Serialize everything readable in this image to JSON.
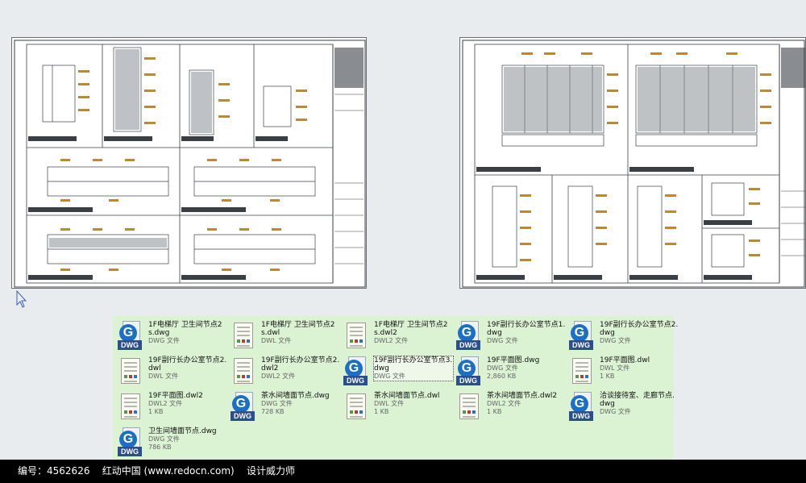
{
  "files": [
    {
      "name": "1F电梯厅 卫生间节点2s.dwg",
      "type": "DWG 文件",
      "size": "",
      "icon": "dwg-icon"
    },
    {
      "name": "1F电梯厅 卫生间节点2s.dwl",
      "type": "DWL 文件",
      "size": "",
      "icon": "dwl-icon"
    },
    {
      "name": "1F电梯厅 卫生间节点2s.dwl2",
      "type": "DWL2 文件",
      "size": "",
      "icon": "dwl-icon"
    },
    {
      "name": "19F副行长办公室节点1.dwg",
      "type": "DWG 文件",
      "size": "",
      "icon": "dwg-icon"
    },
    {
      "name": "19F副行长办公室节点2.dwg",
      "type": "DWG 文件",
      "size": "",
      "icon": "dwg-icon"
    },
    {
      "name": "19F副行长办公室节点2.dwl",
      "type": "DWL 文件",
      "size": "",
      "icon": "dwl-icon"
    },
    {
      "name": "19F副行长办公室节点2.dwl2",
      "type": "DWL2 文件",
      "size": "",
      "icon": "dwl-icon"
    },
    {
      "name": "19F副行长办公室节点3.dwg",
      "type": "DWG 文件",
      "size": "",
      "icon": "dwg-icon"
    },
    {
      "name": "19F平面图.dwg",
      "type": "DWG 文件",
      "size": "2,860 KB",
      "icon": "dwg-icon"
    },
    {
      "name": "19F平面图.dwl",
      "type": "DWL 文件",
      "size": "1 KB",
      "icon": "dwl-icon"
    },
    {
      "name": "19F平面图.dwl2",
      "type": "DWL2 文件",
      "size": "1 KB",
      "icon": "dwl-icon"
    },
    {
      "name": "茶水间墙面节点.dwg",
      "type": "DWG 文件",
      "size": "728 KB",
      "icon": "dwg-icon"
    },
    {
      "name": "茶水间墙面节点.dwl",
      "type": "DWL 文件",
      "size": "1 KB",
      "icon": "dwl-icon"
    },
    {
      "name": "茶水间墙面节点.dwl2",
      "type": "DWL2 文件",
      "size": "1 KB",
      "icon": "dwl-icon"
    },
    {
      "name": "洽谈接待室、走廊节点.dwg",
      "type": "DWG 文件",
      "size": "",
      "icon": "dwg-icon"
    },
    {
      "name": "卫生间墙面节点.dwg",
      "type": "DWG 文件",
      "size": "786 KB",
      "icon": "dwg-icon"
    }
  ],
  "selected_index": 7,
  "icons": {
    "dwg_letter": "G",
    "dwg_label": "DWG"
  },
  "footer": {
    "id_label": "编号：",
    "id_value": "4562626",
    "site": "红动中国 (www.redocn.com)",
    "slogan": "设计威力师"
  },
  "colors": {
    "panel_bg": "#dbf3d3",
    "desktop_bg": "#e9ecef",
    "cad_line": "#3a3f46",
    "cad_accent": "#c78a10",
    "dwg_blue": "#1c6fc5",
    "footer_bg": "#000000"
  }
}
